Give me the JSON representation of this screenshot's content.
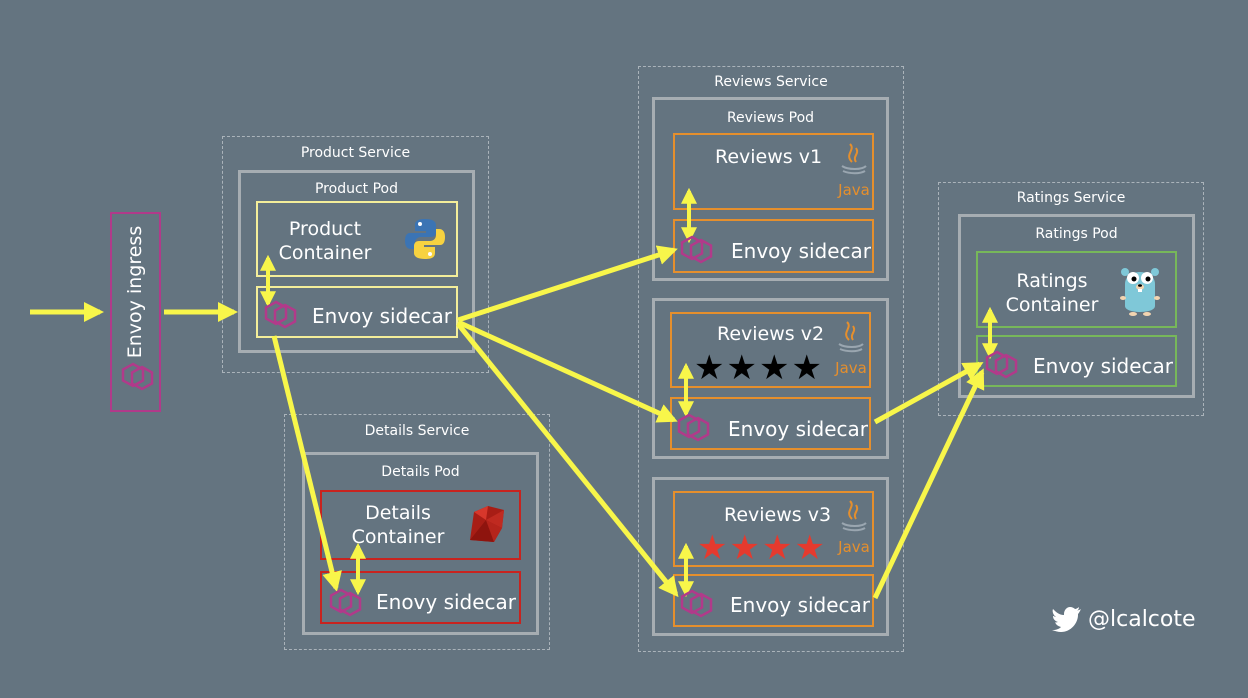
{
  "ingress": {
    "label": "Envoy ingress"
  },
  "product": {
    "service": "Product Service",
    "pod": "Product Pod",
    "container": [
      "Product",
      "Container"
    ],
    "sidecar": "Envoy sidecar"
  },
  "details": {
    "service": "Details Service",
    "pod": "Details Pod",
    "container": [
      "Details",
      "Container"
    ],
    "sidecar": "Enovy sidecar"
  },
  "reviews": {
    "service": "Reviews Service",
    "pod": "Reviews Pod",
    "v1": {
      "title": "Reviews v1",
      "sidecar": "Envoy sidecar"
    },
    "v2": {
      "title": "Reviews v2",
      "stars": "★★★★",
      "star_color": "#000000",
      "sidecar": "Envoy sidecar"
    },
    "v3": {
      "title": "Reviews v3",
      "stars": "★★★★",
      "star_color": "#e53a2e",
      "sidecar": "Envoy sidecar"
    }
  },
  "ratings": {
    "service": "Ratings Service",
    "pod": "Ratings Pod",
    "container": [
      "Ratings",
      "Container"
    ],
    "sidecar": "Envoy sidecar"
  },
  "java_label": "Java",
  "handle": "@lcalcote",
  "colors": {
    "background": "#647480",
    "arrow": "#f8f64a",
    "envoy_icon": "#b13a8a",
    "java": "#e58f2d"
  },
  "icons": [
    "python-logo-icon",
    "ruby-logo-icon",
    "java-logo-icon",
    "go-gopher-icon",
    "envoy-logo-icon",
    "twitter-bird-icon"
  ]
}
